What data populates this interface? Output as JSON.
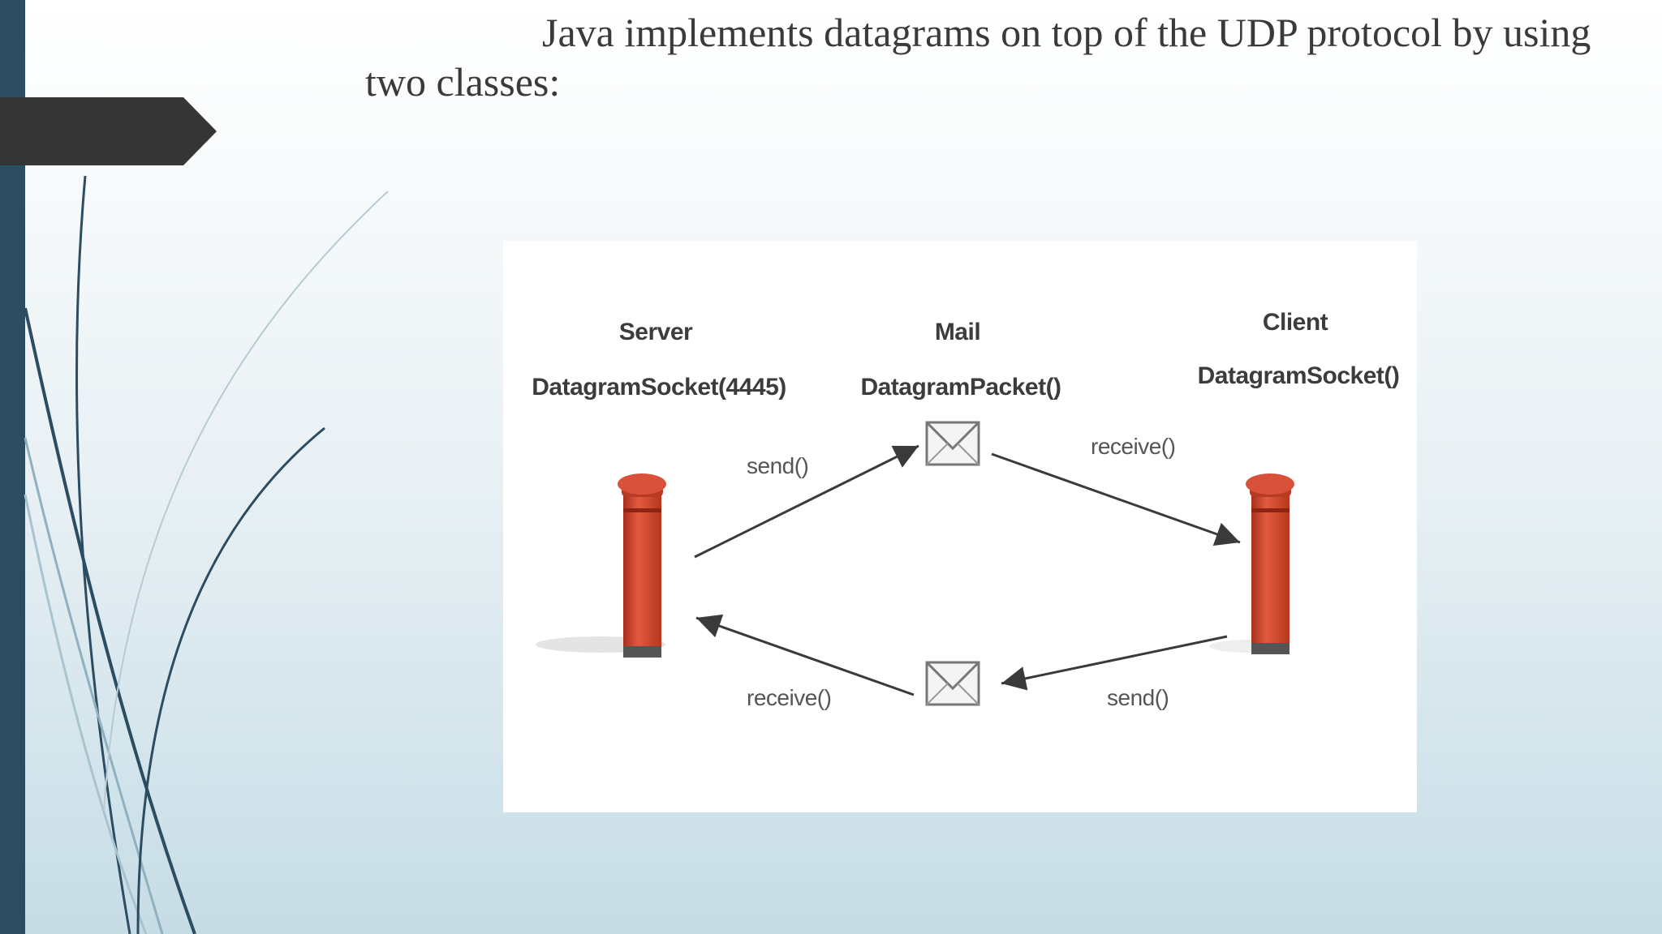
{
  "slide": {
    "text": "Java implements datagrams on top of the UDP protocol by using two classes:"
  },
  "diagram": {
    "server": {
      "title": "Server",
      "socket": "DatagramSocket(4445)"
    },
    "mail": {
      "title": "Mail",
      "packet": "DatagramPacket()"
    },
    "client": {
      "title": "Client",
      "socket": "DatagramSocket()"
    },
    "flows": {
      "server_send": "send()",
      "client_receive": "receive()",
      "server_receive": "receive()",
      "client_send": "send()"
    }
  },
  "colors": {
    "sidebar": "#2c4d61",
    "chevron": "#353535",
    "mailbox": "#d24a32"
  }
}
